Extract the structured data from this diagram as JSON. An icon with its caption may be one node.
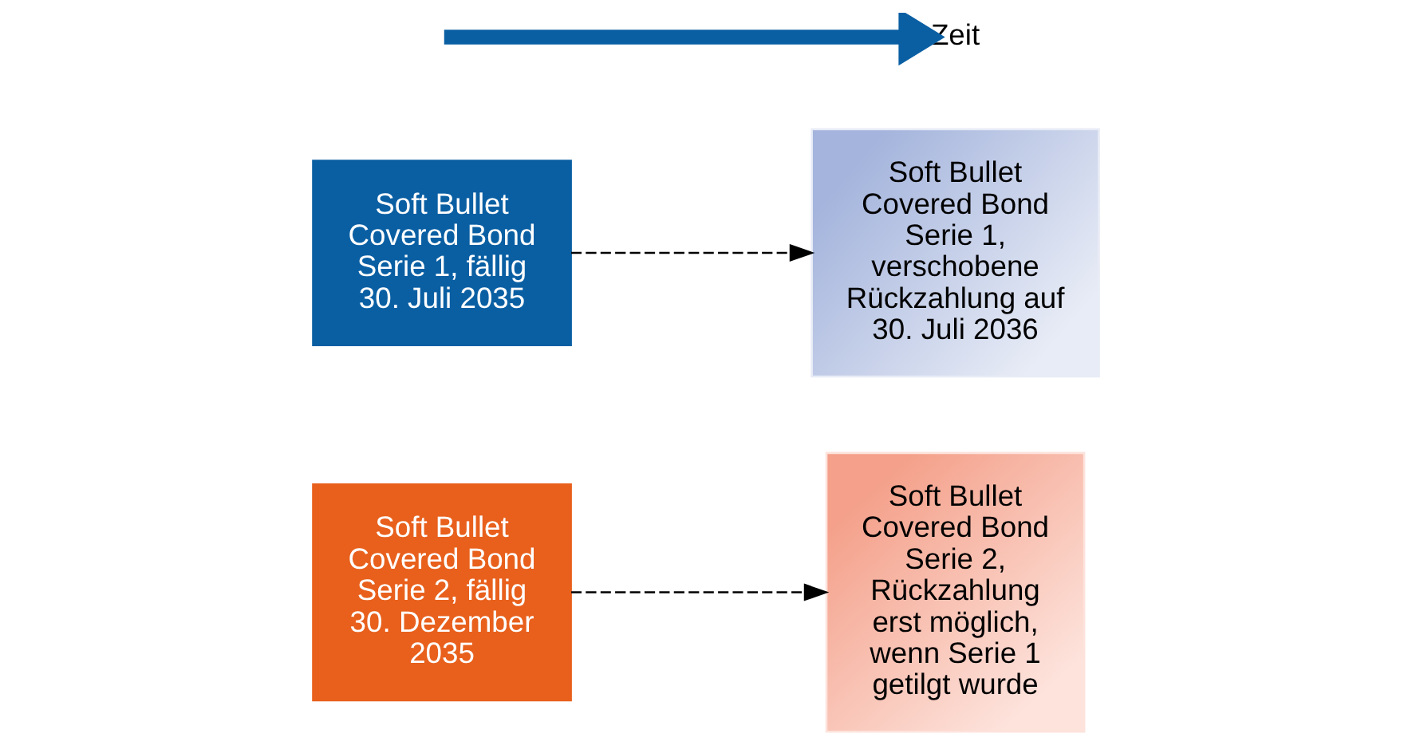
{
  "diagram": {
    "nodes": [
      {
        "text": [
          "Soft Bullet Covered Bond Serie 2, fällig 30. Dezember 2035"
        ]
      },
      {
        "text": [
          "Soft Bullet Covered Bond Serie 2, Rückzahlung erst möglich, wenn Serie 1 getilgt wurde"
        ]
      },
      {
        "text": [
          "Soft Bullet Covered Bond Serie 1, fällig 30. Juli 2035"
        ]
      },
      {
        "text": [
          "Soft Bullet Covered Bond Serie 1, verschobene Rückzahlung auf 30. Juli 2036"
        ]
      },
      {
        "text": [
          "Zeit"
        ]
      }
    ],
    "edges": [
      {
        "from": 0,
        "to": 1,
        "arrow": "to",
        "style": "dashed"
      },
      {
        "from": 2,
        "to": 3,
        "arrow": "to",
        "style": "dashed"
      },
      {
        "from": null,
        "to": 4,
        "arrow": "to",
        "style": "thick",
        "color": "#0a5fa3"
      }
    ]
  }
}
